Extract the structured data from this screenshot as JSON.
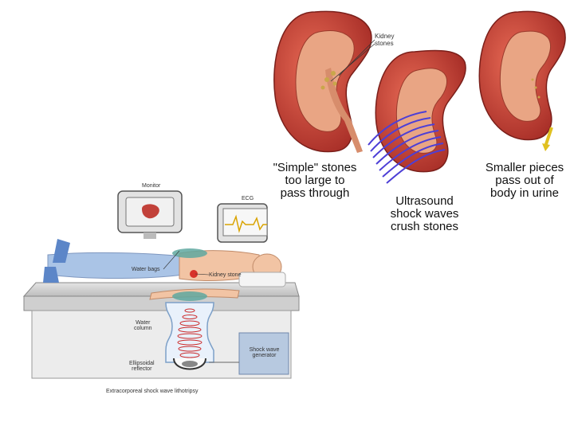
{
  "kidney_panel": {
    "label_kidney_stones": "Kidney\nstones",
    "caption_left": "\"Simple\" stones\ntoo large to\npass through",
    "caption_middle": "Ultrasound\nshock waves\ncrush stones",
    "caption_right": "Smaller pieces\npass out of\nbody in urine"
  },
  "lithotripsy_panel": {
    "monitor_label": "Monitor",
    "ecg_label": "ECG",
    "water_bags_label": "Water bags",
    "kidney_stone_label": "Kidney stone",
    "water_column_label": "Water\ncolumn",
    "ellipsoidal_reflector_label": "Ellipsoidal\nreflector",
    "shock_wave_generator_label": "Shock wave\ngenerator",
    "figure_caption": "Extracorporeal shock wave lithotripsy"
  },
  "colors": {
    "kidney_outer": "#c2413a",
    "kidney_inner": "#e8a07f",
    "shock_wave": "#4d3fd6",
    "table": "#d9d9d9",
    "generator_box": "#b7c9e0",
    "water_bag": "#5fa8a0"
  }
}
